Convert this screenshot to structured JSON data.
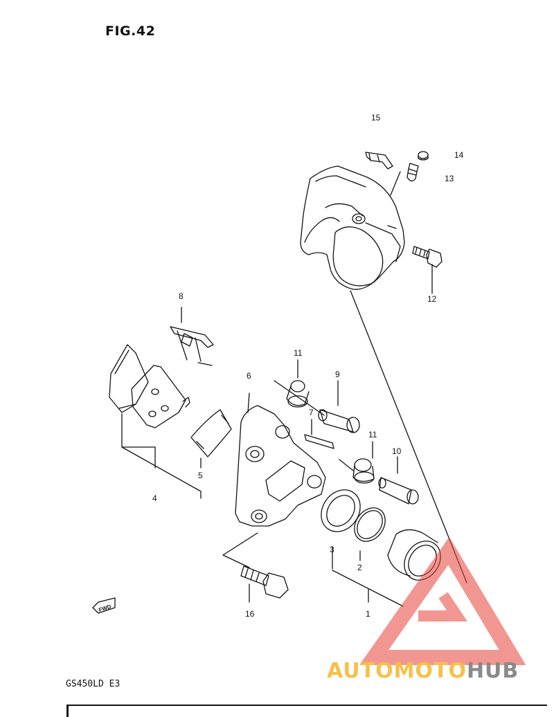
{
  "figure": {
    "title": "FIG.42"
  },
  "model_code": "GS450LD E3",
  "fwd_label": "FWD",
  "watermark": {
    "part1": "AUTOMOTO",
    "part2": "HUB"
  },
  "callouts": {
    "c1": "1",
    "c2": "2",
    "c3": "3",
    "c4": "4",
    "c5": "5",
    "c6": "6",
    "c7": "7",
    "c8": "8",
    "c9": "9",
    "c10": "10",
    "c11a": "11",
    "c11b": "11",
    "c12": "12",
    "c13": "13",
    "c14": "14",
    "c15": "15",
    "c16": "16"
  },
  "colors": {
    "line": "#111111",
    "watermark_red": "#e8423a",
    "watermark_yellow": "#f6c04a",
    "watermark_gray": "#8a8a8a"
  }
}
